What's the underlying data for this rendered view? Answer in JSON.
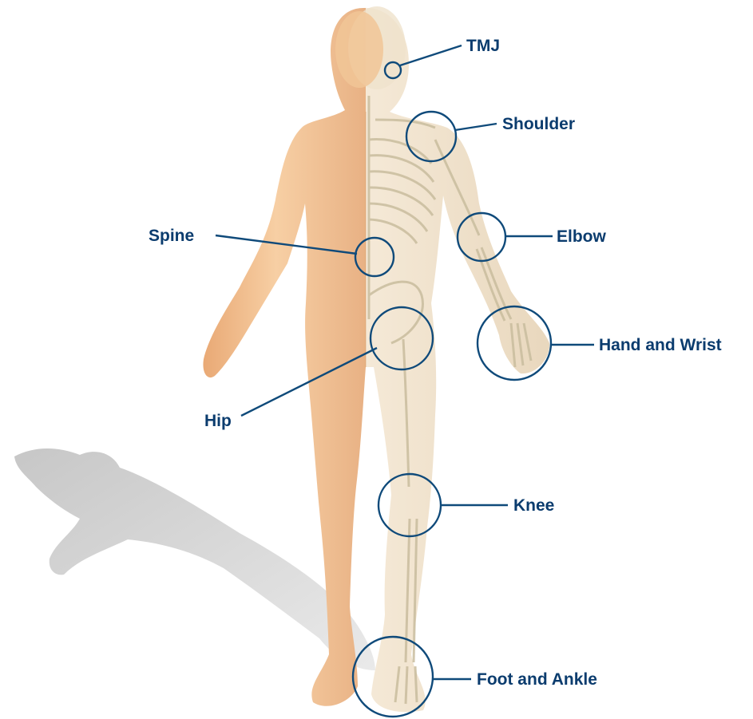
{
  "diagram": {
    "colors": {
      "label": "#0b3c6e",
      "ring": "#0f4a7a",
      "skin": "#f2c08f",
      "skin_shade": "#d89a66",
      "bone": "#efe6d4",
      "bone_shade": "#cbbf9f",
      "shadow": "#c8c8c8",
      "background": "#ffffff"
    },
    "joints": [
      {
        "id": "tmj",
        "label": "TMJ"
      },
      {
        "id": "shoulder",
        "label": "Shoulder"
      },
      {
        "id": "spine",
        "label": "Spine"
      },
      {
        "id": "elbow",
        "label": "Elbow"
      },
      {
        "id": "hand-wrist",
        "label": "Hand and Wrist"
      },
      {
        "id": "hip",
        "label": "Hip"
      },
      {
        "id": "knee",
        "label": "Knee"
      },
      {
        "id": "foot-ankle",
        "label": "Foot and Ankle"
      }
    ]
  }
}
